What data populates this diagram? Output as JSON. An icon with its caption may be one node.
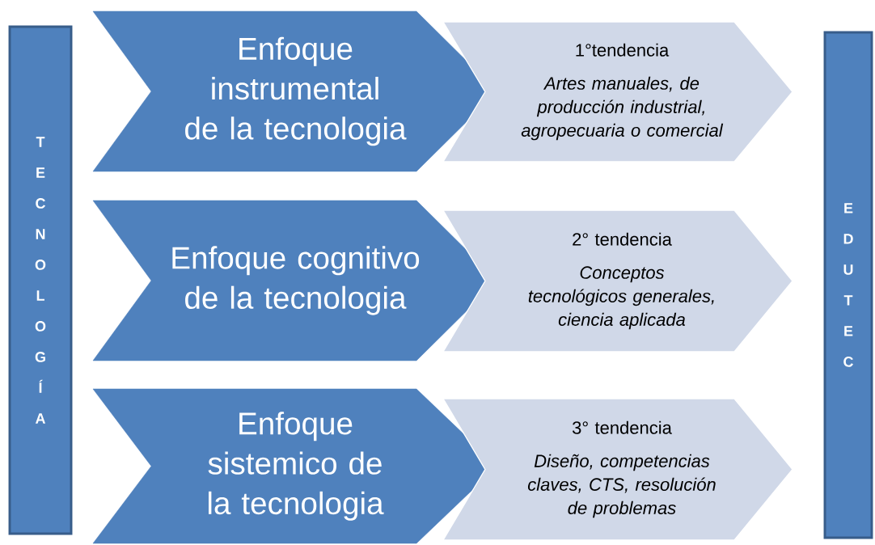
{
  "diagram": {
    "nodes": [
      {
        "text": [
          "T E C N O L O G Í A"
        ]
      },
      {
        "text": [
          "Enfoque instrumental de la tecnologia"
        ]
      },
      {
        "text": [
          "1°tendencia",
          "Artes manuales, de producción industrial, agropecuaria o comercial"
        ]
      },
      {
        "text": [
          "Enfoque cognitivo de la tecnologia"
        ]
      },
      {
        "text": [
          "2° tendencia",
          "Conceptos tecnológicos generales, ciencia aplicada"
        ]
      },
      {
        "text": [
          "Enfoque sistemico de la tecnologia"
        ]
      },
      {
        "text": [
          "3° tendencia",
          "Diseño, competencias claves, CTS, resolución de problemas"
        ]
      },
      {
        "text": [
          "E D U T E C"
        ]
      }
    ]
  }
}
